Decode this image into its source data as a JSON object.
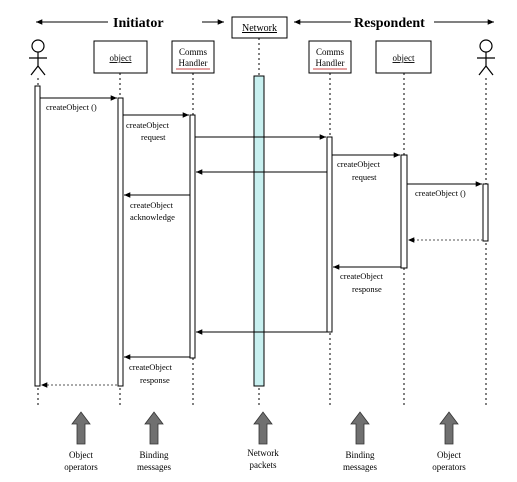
{
  "header": {
    "initiator": "Initiator",
    "network": "Network",
    "respondent": "Respondent"
  },
  "participants": {
    "object_left": "object",
    "comms_left": [
      "Comms",
      "Handler"
    ],
    "comms_right": [
      "Comms",
      "Handler"
    ],
    "object_right": "object"
  },
  "messages": {
    "m1": "createObject ()",
    "m2": [
      "createObject",
      "request"
    ],
    "m3": [
      "createObject",
      "request"
    ],
    "m4": "createObject ()",
    "m5": [
      "createObject",
      "acknowledge"
    ],
    "m6": [
      "createObject",
      "response"
    ],
    "m7": [
      "createObject",
      "response"
    ]
  },
  "legend": {
    "object_operators_left": [
      "Object",
      "operators"
    ],
    "binding_messages_left": [
      "Binding",
      "messages"
    ],
    "network_packets": [
      "Network",
      "packets"
    ],
    "binding_messages_right": [
      "Binding",
      "messages"
    ],
    "object_operators_right": [
      "Object",
      "operators"
    ]
  },
  "colors": {
    "network_bar": "#c8f0f0",
    "arrow_gray": "#707070",
    "underline_red": "#cc4444"
  }
}
